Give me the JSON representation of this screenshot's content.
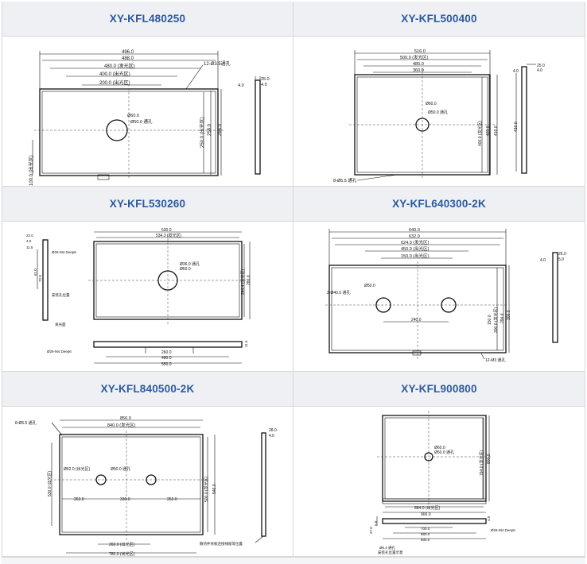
{
  "panels": [
    {
      "title": "XY-KFL480250",
      "dims": {
        "d1": "496.0",
        "d2": "488.0",
        "d3": "480.0 (发光区)",
        "d4": "400.0 (出光区)",
        "d5": "200.0 (出光区)",
        "hole": "12-Ø3.5通孔",
        "c1": "Ø60.0",
        "c2": "Ø50.0 通孔",
        "v1": "250.0 (出光区)",
        "v2": "258.0",
        "v3": "266.0",
        "left": "100.0 (出光区)",
        "s1": "25.0",
        "s2": "4.0",
        "s3": "4.0"
      }
    },
    {
      "title": "XY-KFL500400",
      "dims": {
        "d1": "516.0",
        "d2": "500.0 (发光区)",
        "d3": "480.0",
        "d4": "360.0",
        "c1": "Ø60.0",
        "c2": "Ø50.0 通孔",
        "v1": "400.0 (发光区)",
        "v2": "420.0",
        "v3": "416.0",
        "s1": "25.0",
        "s2": "4.0",
        "s3": "4.0",
        "s4": "416.0",
        "hole": "8-Ø5.5 通孔"
      }
    },
    {
      "title": "XY-KFL530260",
      "dims": {
        "d1": "530.0",
        "d2": "534.3 (发光区)",
        "c1": "Ø36.0 通孔",
        "c2": "Ø60.0",
        "v1": "264.4 (发光区)",
        "v2": "280.0",
        "s1": "22.0",
        "s2": "4.0",
        "s3": "11.5",
        "s4": "61.0",
        "s5": "72.0",
        "m1": "Ø26-M4 Deep6",
        "m2": "安装孔位置",
        "m3": "发光面",
        "b1": "Ø26-M4 Deep6",
        "b2": "260.0",
        "b3": "480.0",
        "b4": "550.0",
        "b5": "11.5"
      }
    },
    {
      "title": "XY-KFL640300-2K",
      "dims": {
        "d1": "640.0",
        "d2": "632.0",
        "d3": "624.0 (发光区)",
        "d4": "450.0 (出光区)",
        "d5": "150.0 (出光区)",
        "c1": "2-Ø40.0 通孔",
        "c2": "Ø50.0",
        "mid": "240.0",
        "v1": "150.0",
        "v2": "300.0 (发光区)",
        "v3": "294.4",
        "v4": "300.0",
        "s1": "26.0",
        "s2": "4.0",
        "s3": "5.0",
        "hole": "12-M3 通孔"
      }
    },
    {
      "title": "XY-KFL840500-2K",
      "dims": {
        "hole": "8-Ø5.5 通孔",
        "d1": "856.0",
        "d2": "840.0 (发光区)",
        "c1": "Ø62.0 (出光区)",
        "c2": "Ø50.0 通孔",
        "h1": "263.0",
        "h2": "330.0",
        "h3": "263.0",
        "v1": "530.0 (出光区)",
        "v2": "500.0 (发光区)",
        "v3": "546.0",
        "b1": "260.0 (出光区)",
        "b2": "780.0 (出光区)",
        "s1": "28.0",
        "s2": "4.0",
        "note": "散热件背板连接线缆等位置"
      }
    },
    {
      "title": "XY-KFL900800",
      "dims": {
        "c1": "Ø60.0",
        "c2": "Ø50.0 通孔",
        "v1": "794.0 (发光区)",
        "v2": "800.0",
        "b1": "884.0 (出光区)",
        "b2": "900.0",
        "s1": "27.0",
        "s2": "5.0",
        "s3": "4.0",
        "m1": "Ø26-M4 Deep6",
        "m2": "700.0",
        "m3": "880.0",
        "m4": "900.0",
        "n1": "Ø6.4 通孔",
        "n2": "安装孔位置示意"
      }
    }
  ]
}
